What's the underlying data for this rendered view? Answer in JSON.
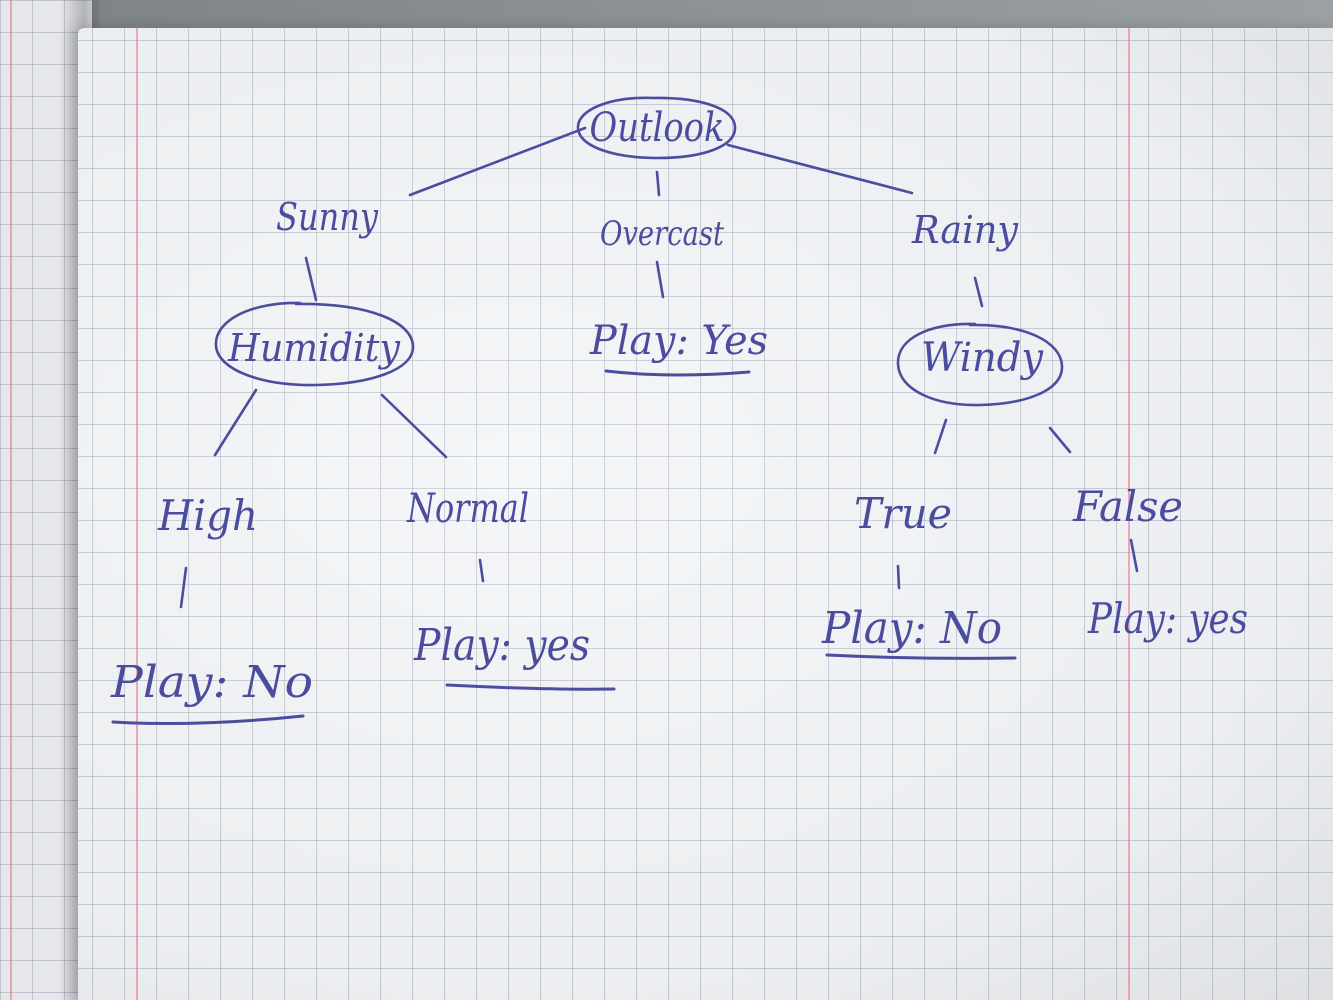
{
  "ink_color": "#4b4e9f",
  "paper_color": "#f2f3f5",
  "grid_color": "#7d879b",
  "margin_color": "#eb6e7d",
  "tree": {
    "root": {
      "label": "Outlook"
    },
    "branches": {
      "sunny": "Sunny",
      "overcast": "Overcast",
      "rainy": "Rainy",
      "high": "High",
      "normal": "Normal",
      "true": "True",
      "false": "False"
    },
    "nodes": {
      "humidity": "Humidity",
      "windy": "Windy"
    },
    "leaves": {
      "overcast": "Play: Yes",
      "high": "Play: No",
      "normal": "Play: yes",
      "true": "Play: No",
      "false": "Play: yes"
    }
  }
}
